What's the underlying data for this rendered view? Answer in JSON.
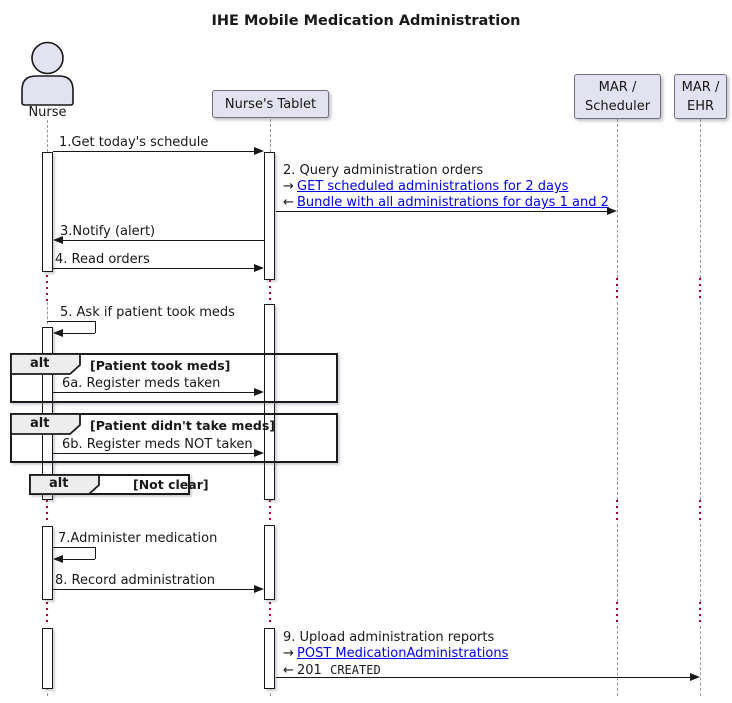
{
  "title": "IHE Mobile Medication Administration",
  "participants": {
    "nurse": {
      "label": "Nurse"
    },
    "tablet": {
      "label": "Nurse's Tablet"
    },
    "scheduler": {
      "line1": "MAR /",
      "line2": "Scheduler"
    },
    "ehr": {
      "line1": "MAR /",
      "line2": "EHR"
    }
  },
  "messages": {
    "m1": {
      "label": "1.Get today's schedule"
    },
    "m2": {
      "text": "2. Query administration orders",
      "req_arrow": "→",
      "req_link": "GET scheduled administrations for 2 days",
      "res_arrow": "←",
      "res_link": "Bundle with all administrations for days 1 and 2"
    },
    "m3": {
      "label": "3.Notify (alert)"
    },
    "m4": {
      "label": "4. Read orders"
    },
    "m5": {
      "label": "5. Ask if patient took meds"
    },
    "m6a": {
      "label": "6a. Register meds taken"
    },
    "m6b": {
      "label": "6b. Register meds NOT taken"
    },
    "m7": {
      "label": "7.Administer medication"
    },
    "m8": {
      "label": "8. Record administration"
    },
    "m9": {
      "text": "9. Upload administration reports",
      "req_arrow": "→",
      "req_link": "POST MedicationAdministrations",
      "res_arrow": "←",
      "res_status": "201",
      "res_code": "CREATED"
    }
  },
  "frames": {
    "alt1": {
      "operator": "alt",
      "guard": "[Patient took meds]"
    },
    "alt2": {
      "operator": "alt",
      "guard": "[Patient didn't take meds]"
    },
    "alt3": {
      "operator": "alt",
      "guard": "[Not clear]"
    }
  },
  "colors": {
    "participant_fill": "#E2E2F0",
    "frame_header_fill": "#EDEDED",
    "link_blue": "#0000EE",
    "delay_red": "#A80036",
    "lifeline_gray": "#9A9A9A",
    "line_black": "#181818"
  }
}
